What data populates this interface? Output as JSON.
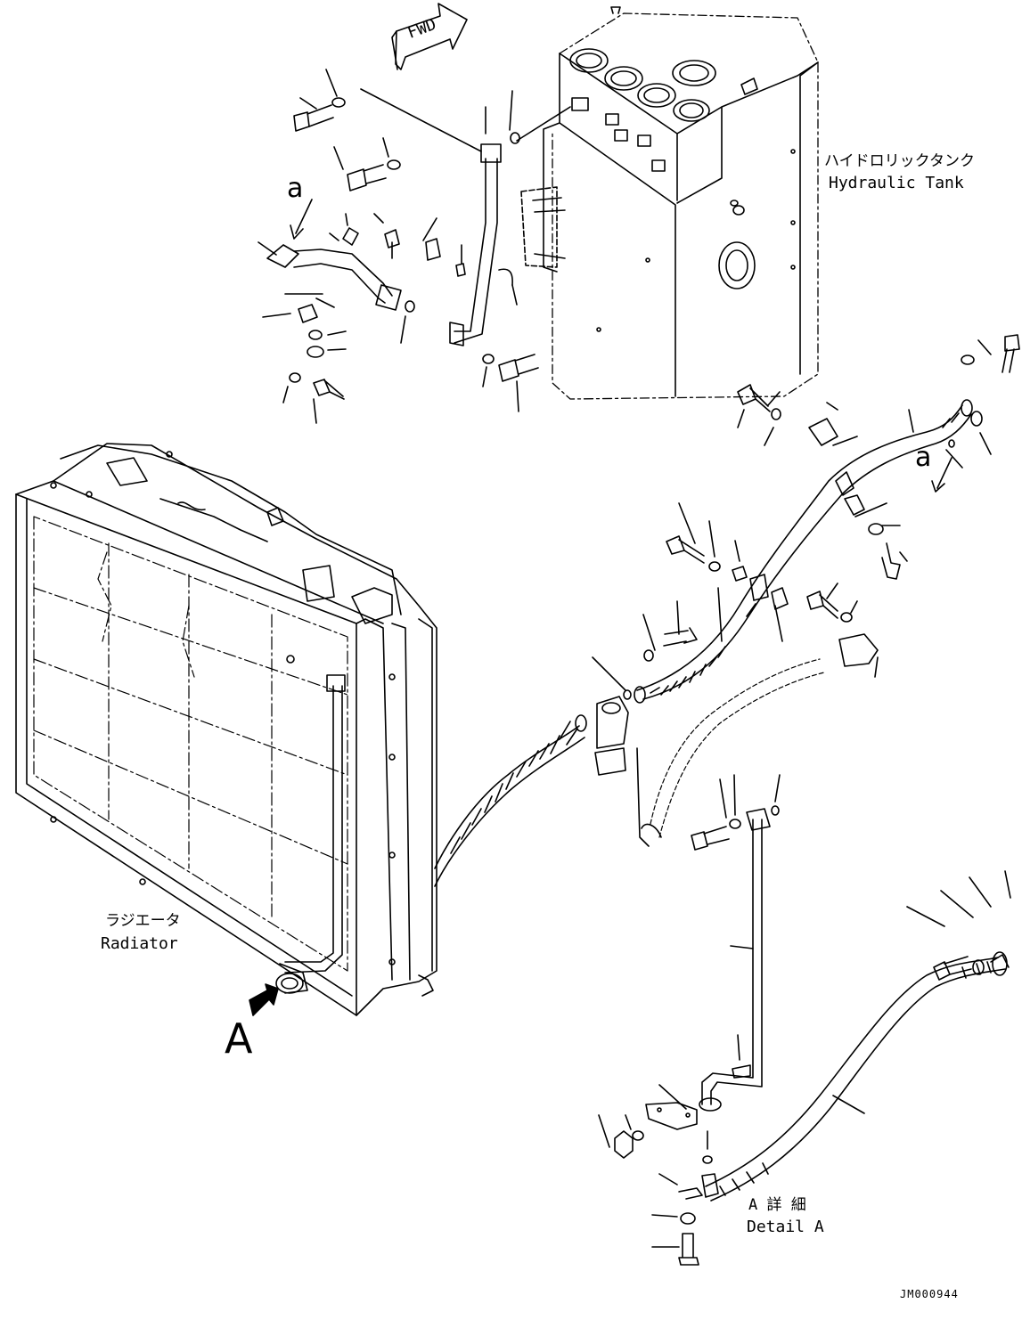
{
  "labels": {
    "fwd": "FWD",
    "hydraulic_tank_jp": "ハイドロリックタンク",
    "hydraulic_tank_en": "Hydraulic Tank",
    "radiator_jp": "ラジエータ",
    "radiator_en": "Radiator",
    "view_a": "A",
    "ref_a_top": "a",
    "ref_a_right": "a",
    "detail_a_jp": "A 詳 細",
    "detail_a_en": "Detail A",
    "drawing_code": "JM000944"
  }
}
